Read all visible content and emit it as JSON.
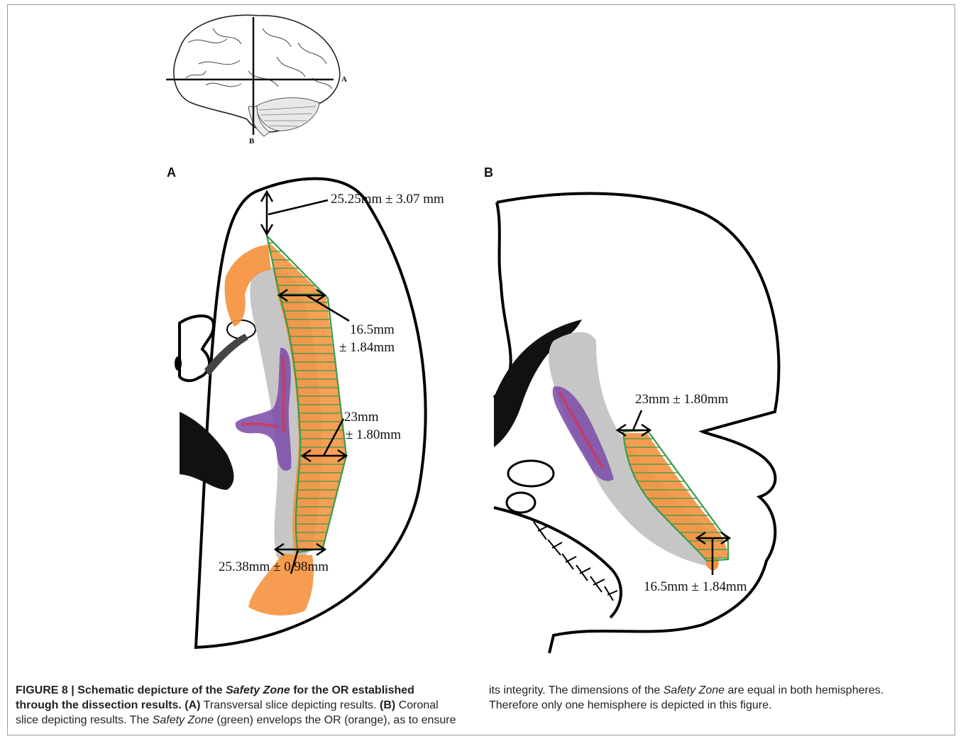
{
  "figure": {
    "inset": {
      "label_a": "A",
      "label_b": "B"
    },
    "panel_a": {
      "letter": "A",
      "m_top": "25.25mm ± 3.07 mm",
      "m_upper_1": "16.5mm",
      "m_upper_2": "± 1.84mm",
      "m_mid_1": "23mm",
      "m_mid_2": "± 1.80mm",
      "m_bottom": "25.38mm ± 0.98mm"
    },
    "panel_b": {
      "letter": "B",
      "m_top": "23mm ± 1.80mm",
      "m_bottom": "16.5mm ± 1.84mm"
    },
    "colors": {
      "safety_zone": "#3a9a4a",
      "optic_radiation": "#f5923e",
      "ventricle": "#c6c6c6",
      "outline": "#000000"
    }
  },
  "caption": {
    "fig_label": "FIGURE 8 | Schematic depicture of the ",
    "fig_title_em": "Safety Zone",
    "fig_title_rest": " for the OR established through the dissection results.",
    "a_tag": "(A)",
    "a_text": " Transversal slice depicting results. ",
    "b_tag": "(B)",
    "b_text": " Coronal slice depicting results. The ",
    "sz1": "Safety Zone",
    "t1": " (green) envelops the OR (orange), as to ensure its integrity. The dimensions of the ",
    "sz2": "Safety Zone",
    "t2": " are equal in both hemispheres. Therefore only one hemisphere is depicted in this figure."
  }
}
